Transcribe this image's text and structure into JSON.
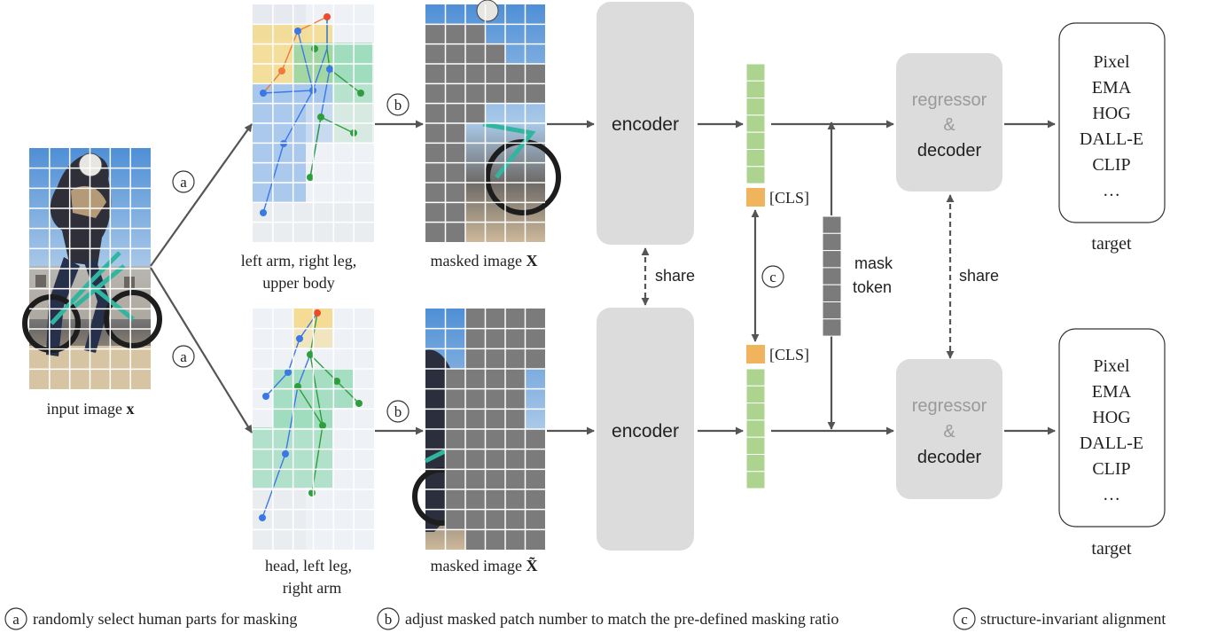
{
  "captions": {
    "input": "input image",
    "input_var": "x",
    "top_parts_line1": "left arm, right leg,",
    "top_parts_line2": "upper body",
    "bottom_parts_line1": "head, left leg,",
    "bottom_parts_line2": "right arm",
    "masked_top": "masked image",
    "masked_top_var": "X",
    "masked_bottom": "masked image",
    "masked_bottom_var": "X̃"
  },
  "step_markers": {
    "a": "a",
    "b": "b",
    "c": "c"
  },
  "blocks": {
    "encoder": "encoder",
    "regressor": "regressor",
    "amp": "&",
    "decoder": "decoder",
    "cls": "[CLS]",
    "share": "share",
    "mask_line1": "mask",
    "mask_line2": "token"
  },
  "targets": {
    "items": [
      "Pixel",
      "EMA",
      "HOG",
      "DALL-E",
      "CLIP",
      "…"
    ],
    "label": "target"
  },
  "legend": [
    {
      "marker": "a",
      "text": "randomly select human parts for masking"
    },
    {
      "marker": "b",
      "text": "adjust masked patch number to match the pre-defined masking ratio"
    },
    {
      "marker": "c",
      "text": "structure-invariant alignment"
    }
  ],
  "colors": {
    "box": "#dcdcdc",
    "mask_patch": "#7b7b7b",
    "token_green": "#acd48f",
    "cls_orange": "#f0b45c",
    "arrow": "#555555",
    "part_yellow": "#f5d77e",
    "part_green": "#7fd4a8",
    "part_blue": "#8fb8e8",
    "skeleton_blue": "#3b78e7",
    "skeleton_green": "#2e9e3c",
    "skeleton_red": "#ee4b2b"
  }
}
